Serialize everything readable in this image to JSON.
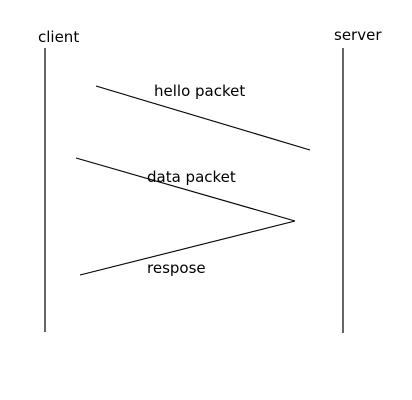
{
  "participants": {
    "client": "client",
    "server": "server"
  },
  "messages": {
    "hello": "hello packet",
    "data": "data packet",
    "response": "respose"
  },
  "colors": {
    "line": "#000000",
    "background": "#ffffff"
  }
}
